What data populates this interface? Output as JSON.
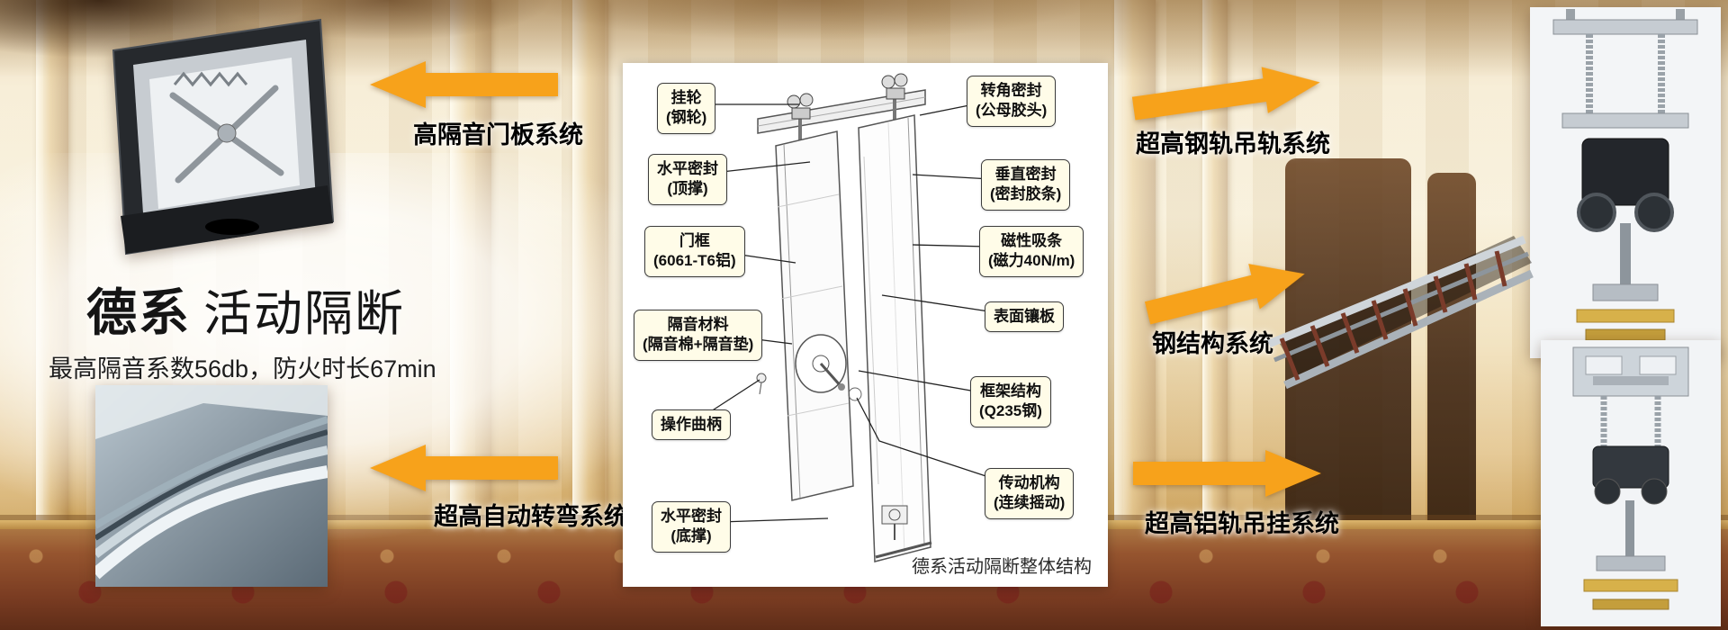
{
  "hero": {
    "brand": "德系",
    "product": "活动隔断",
    "subtitle": "最高隔音系数56db，防火时长67min"
  },
  "systems": {
    "door_panel": "高隔音门板系统",
    "auto_turn": "超高自动转弯系统",
    "steel_rail": "超高钢轨吊轨系统",
    "steel_structure": "钢结构系统",
    "aluminum_rail": "超高铝轨吊挂系统"
  },
  "diagram": {
    "caption": "德系活动隔断整体结构",
    "left_labels": [
      {
        "line1": "挂轮",
        "line2": "(钢轮)"
      },
      {
        "line1": "水平密封",
        "line2": "(顶撑)"
      },
      {
        "line1": "门框",
        "line2": "(6061-T6铝)"
      },
      {
        "line1": "隔音材料",
        "line2": "(隔音棉+隔音垫)"
      },
      {
        "line1": "操作曲柄",
        "line2": ""
      },
      {
        "line1": "水平密封",
        "line2": "(底撑)"
      }
    ],
    "right_labels": [
      {
        "line1": "转角密封",
        "line2": "(公母胶头)"
      },
      {
        "line1": "垂直密封",
        "line2": "(密封胶条)"
      },
      {
        "line1": "磁性吸条",
        "line2": "(磁力40N/m)"
      },
      {
        "line1": "表面镶板",
        "line2": ""
      },
      {
        "line1": "框架结构",
        "line2": "(Q235钢)"
      },
      {
        "line1": "传动机构",
        "line2": "(连续摇动)"
      }
    ]
  },
  "images": {
    "top_left": "door-panel-mechanism-photo",
    "bottom_left": "curved-track-photo",
    "top_right": "steel-rail-hanger-photo",
    "middle_right": "steel-structure-track-photo",
    "bottom_right": "aluminum-rail-hanger-photo"
  },
  "colors": {
    "arrow": "#F7A21B",
    "label_bg": "#FFFCE8",
    "label_border": "#3C3C3C"
  }
}
